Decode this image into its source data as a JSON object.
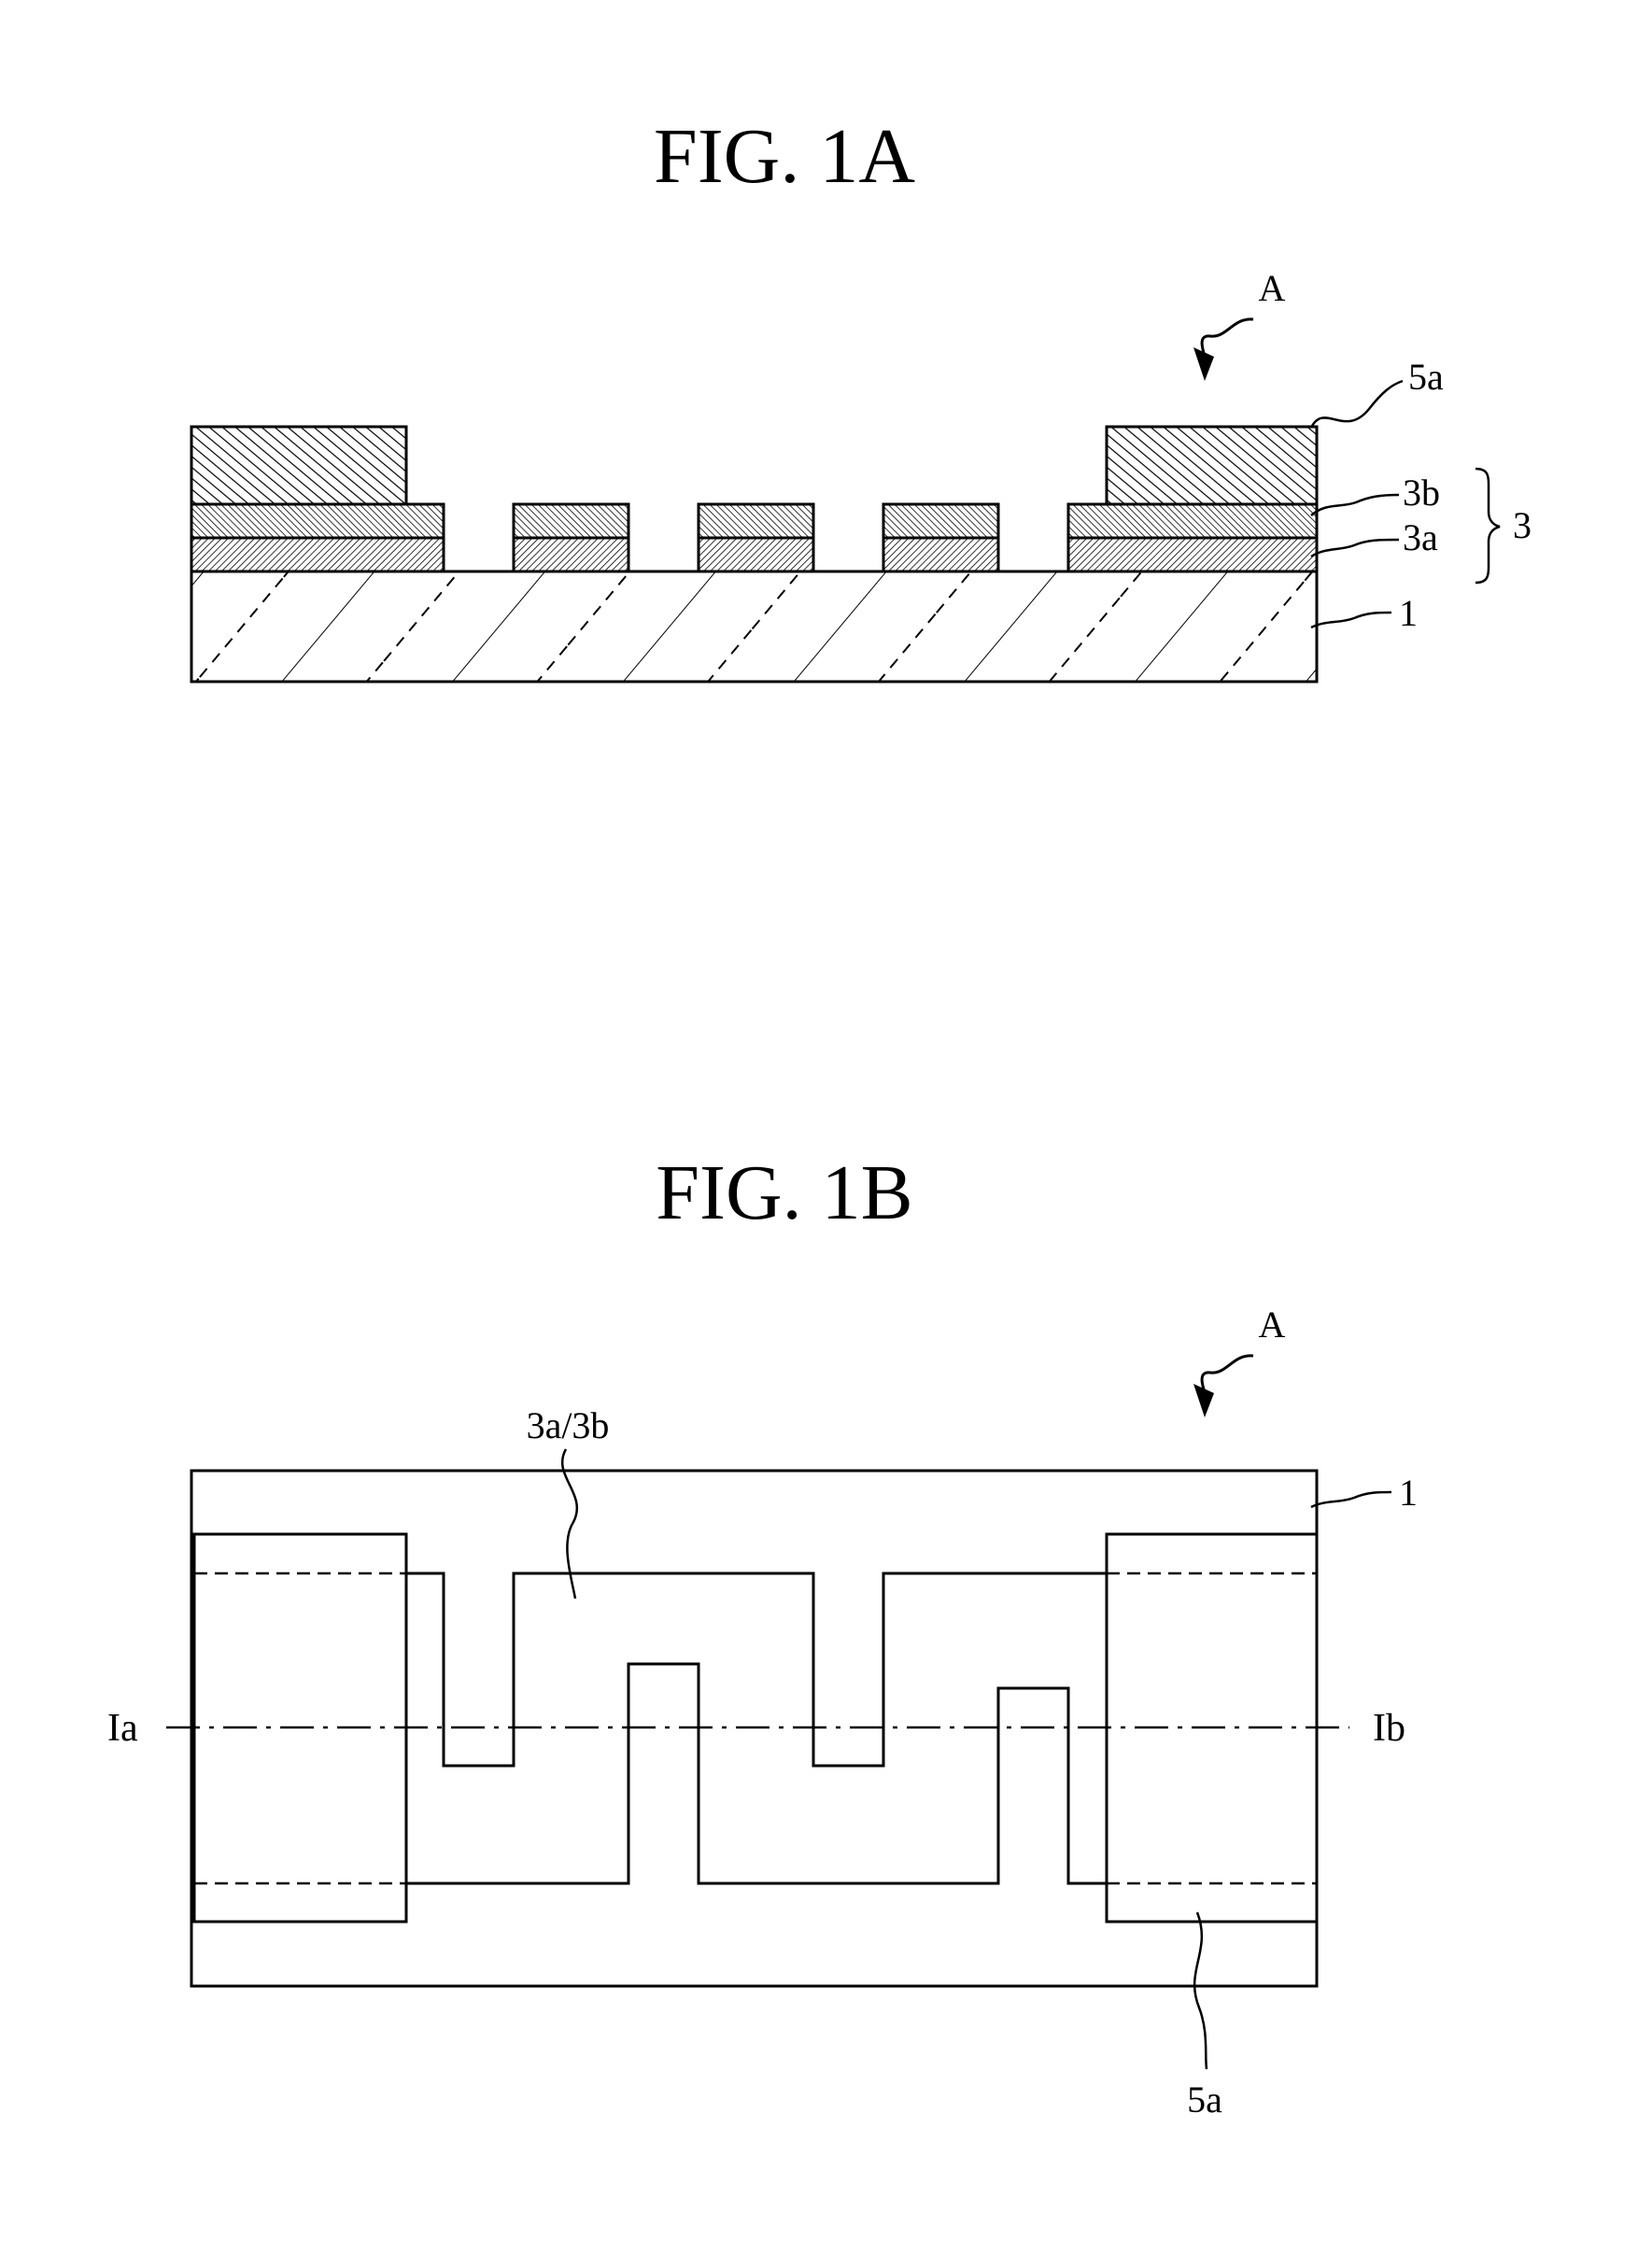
{
  "fig1a": {
    "title": "FIG. 1A",
    "labels": {
      "view_arrow": "A",
      "pad": "5a",
      "upper_layer": "3b",
      "lower_layer": "3a",
      "stack": "3",
      "substrate": "1"
    }
  },
  "fig1b": {
    "title": "FIG. 1B",
    "labels": {
      "view_arrow": "A",
      "pattern": "3a/3b",
      "substrate": "1",
      "section_start": "Ia",
      "section_end": "Ib",
      "pad": "5a"
    }
  }
}
